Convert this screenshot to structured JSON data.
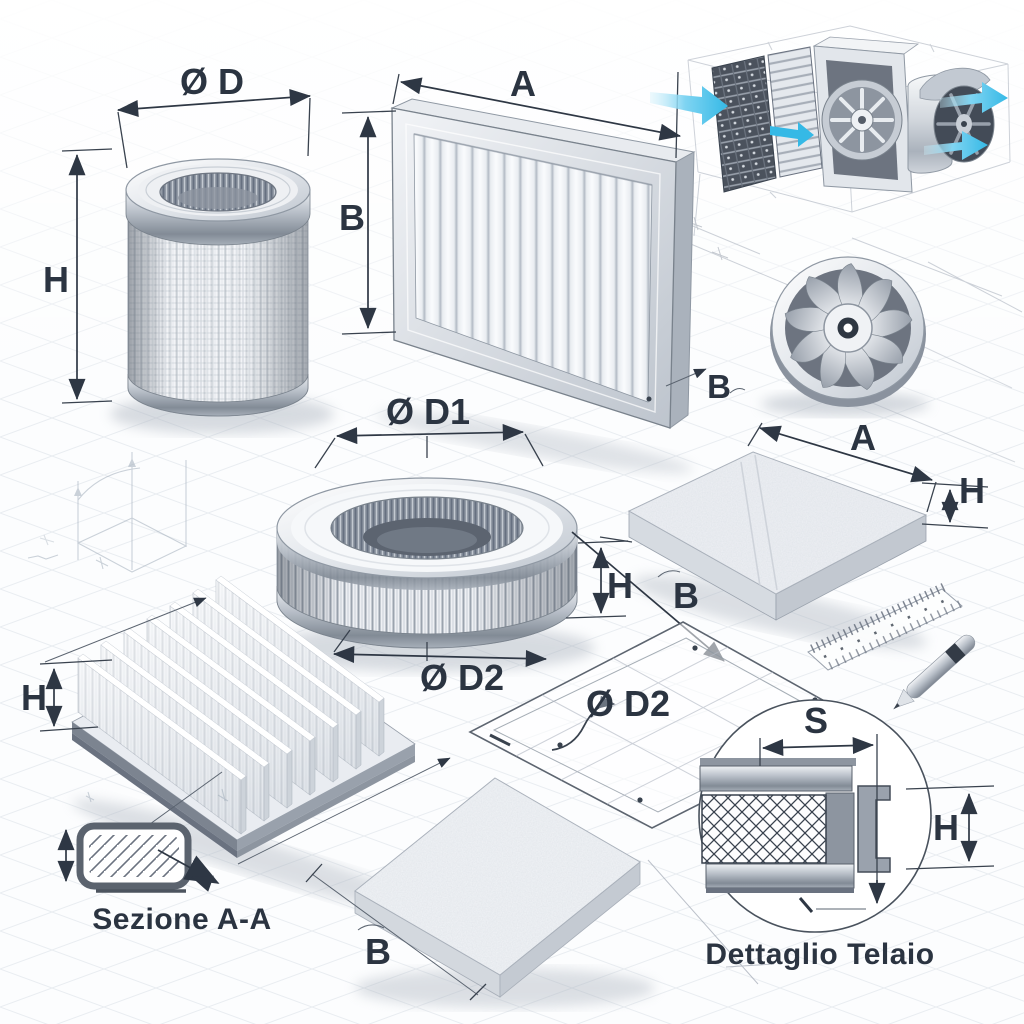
{
  "palette": {
    "airflow_blue": "#35b9e6",
    "airflow_blue_light": "#cdeffa",
    "ink": "#2b3441"
  },
  "cylindrical_filter": {
    "dim_diameter": "Ø D",
    "dim_height": "H"
  },
  "panel_filter": {
    "dim_width": "A",
    "dim_height": "B",
    "dim_depth": "B"
  },
  "ring_filter": {
    "dim_outer_diameter": "Ø D1",
    "dim_inner_diameter": "Ø D2",
    "dim_height": "H"
  },
  "flat_panel_filter": {
    "dim_width": "A",
    "dim_thickness": "H",
    "dim_depth": "B"
  },
  "pleated_media": {
    "dim_height": "H"
  },
  "section_view": {
    "caption": "Sezione A-A"
  },
  "filter_pad": {
    "dim_depth": "B"
  },
  "sketch_panel": {
    "dim_diameter": "Ø D2"
  },
  "frame_detail": {
    "caption": "Dettaglio Telaio",
    "dim_frame_thickness": "S",
    "dim_height": "H"
  }
}
